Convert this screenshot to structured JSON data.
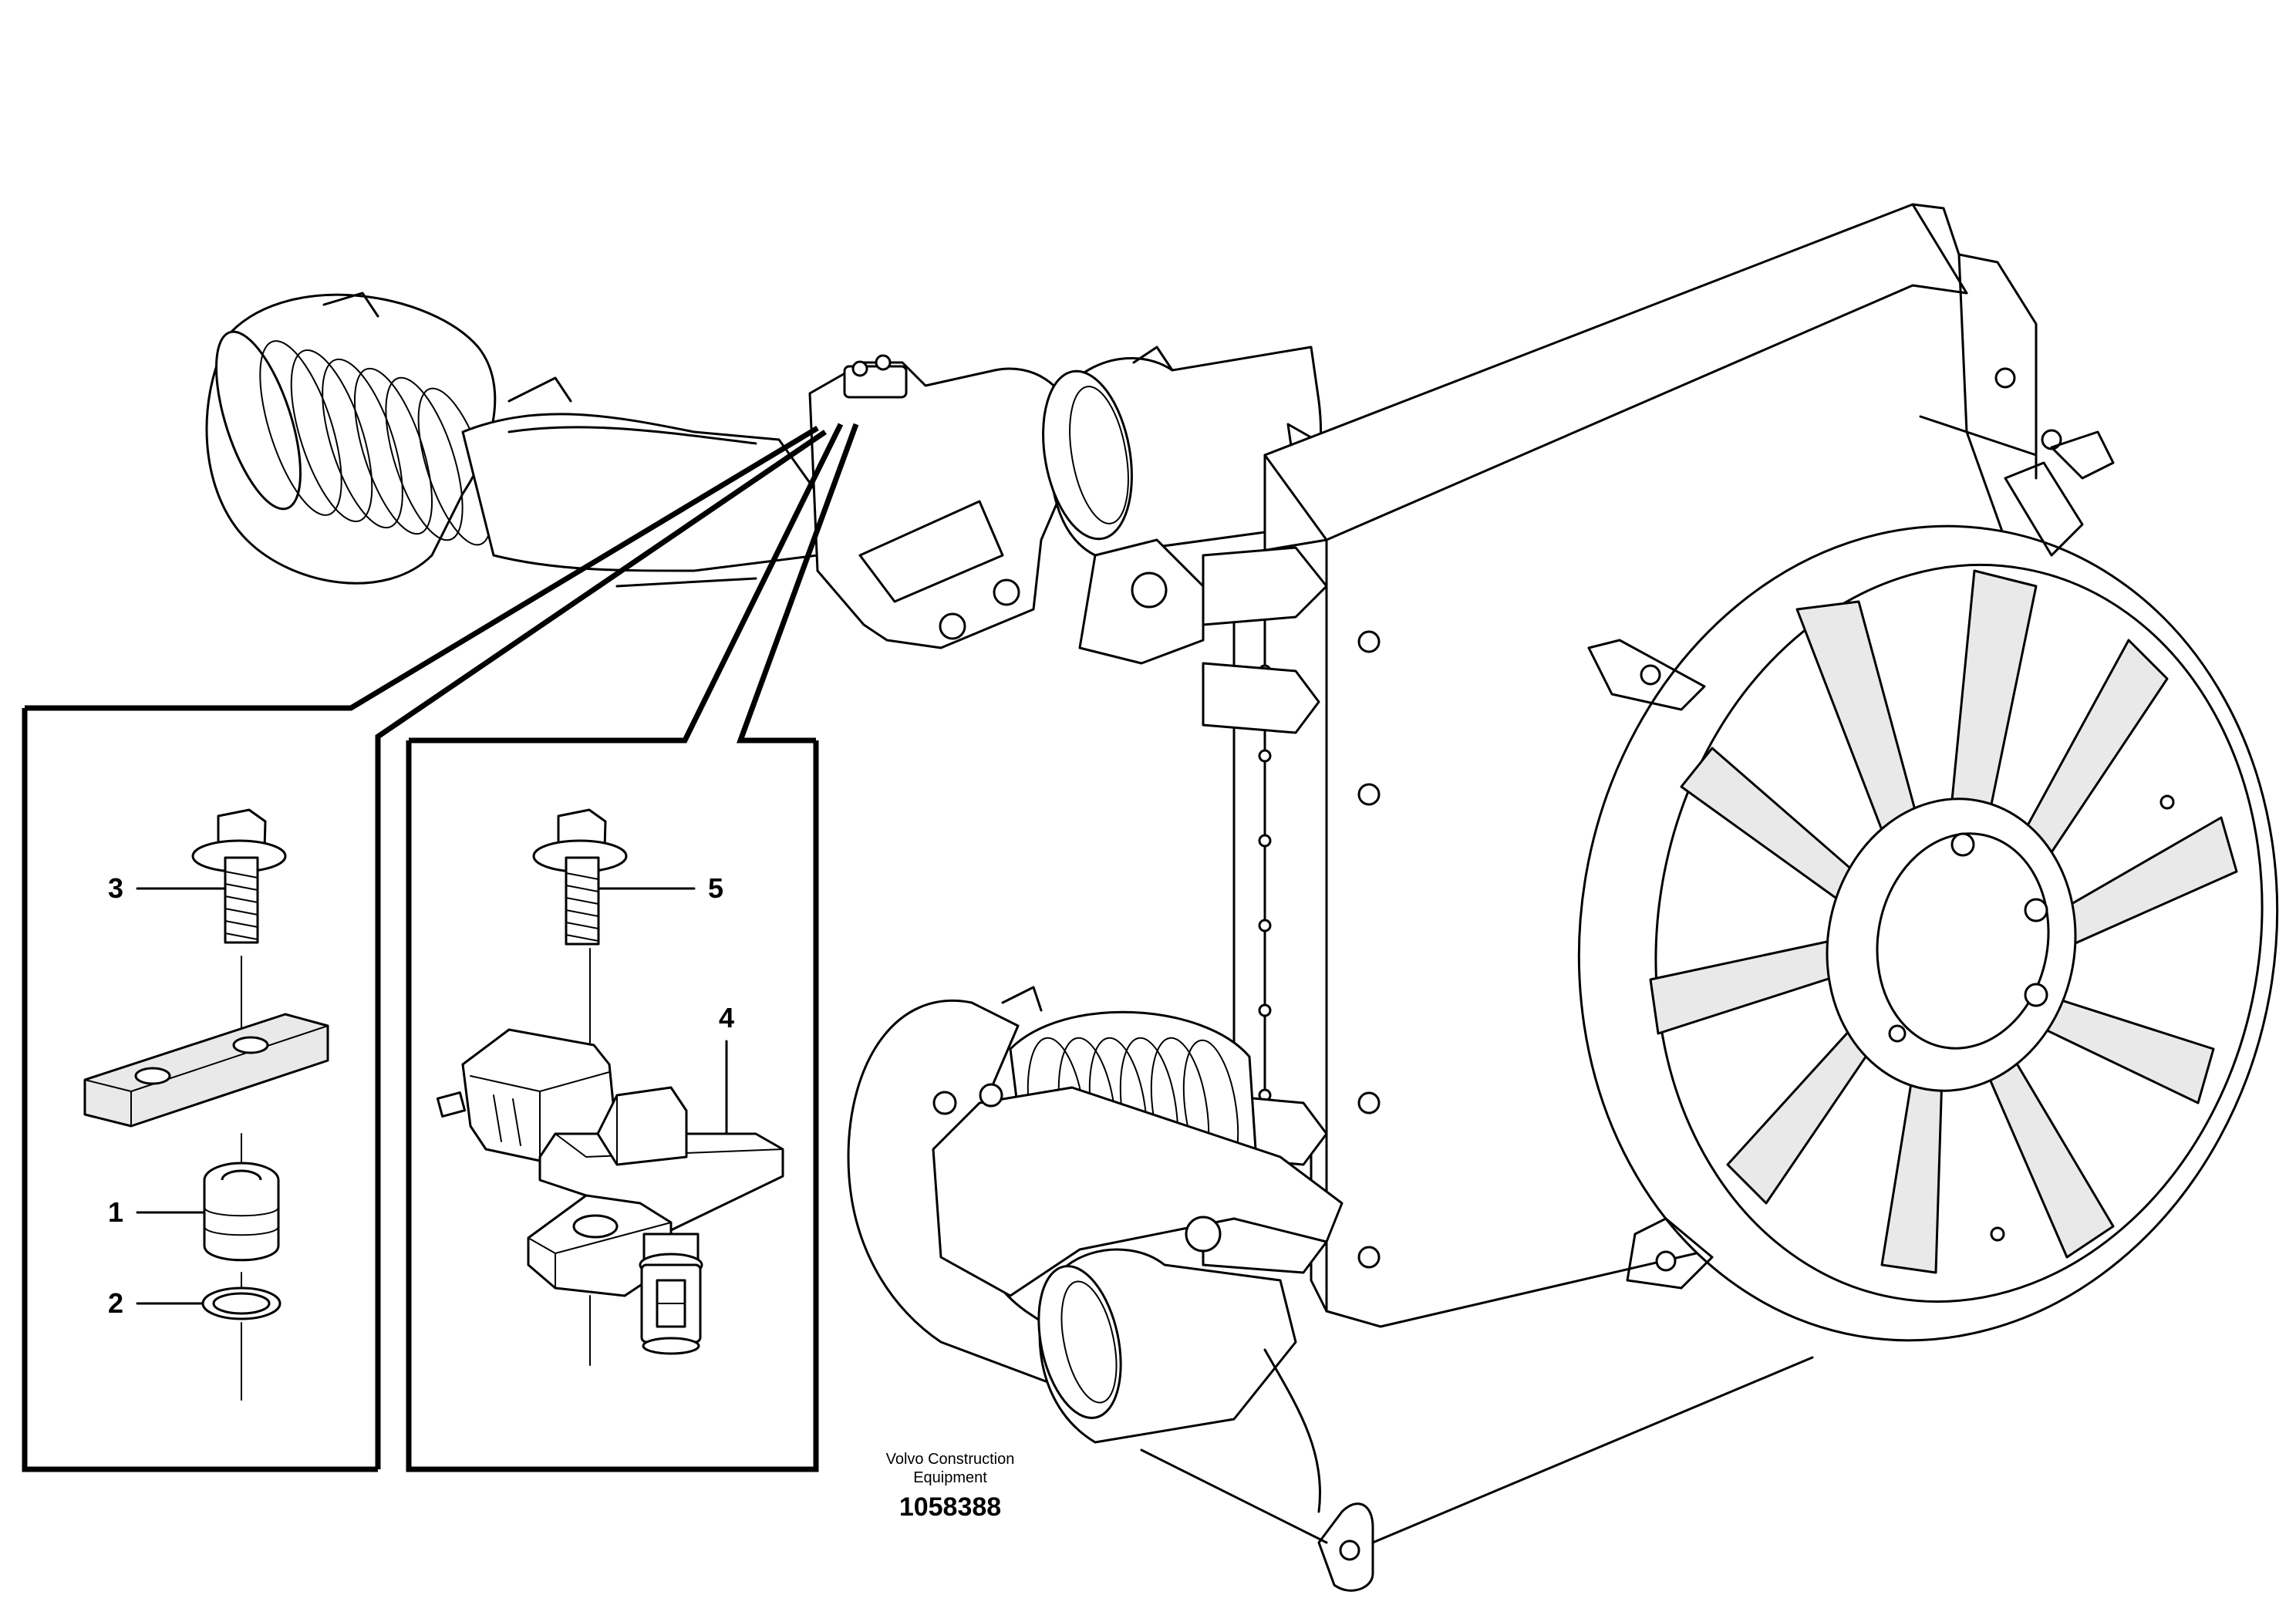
{
  "callouts": [
    {
      "number": "1",
      "part": "plug"
    },
    {
      "number": "2",
      "part": "o-ring"
    },
    {
      "number": "3",
      "part": "flange-bolt"
    },
    {
      "number": "4",
      "part": "pressure-sensor"
    },
    {
      "number": "5",
      "part": "flange-bolt"
    }
  ],
  "footer": {
    "company_line1": "Volvo Construction",
    "company_line2": "Equipment",
    "document_number": "1058388"
  }
}
